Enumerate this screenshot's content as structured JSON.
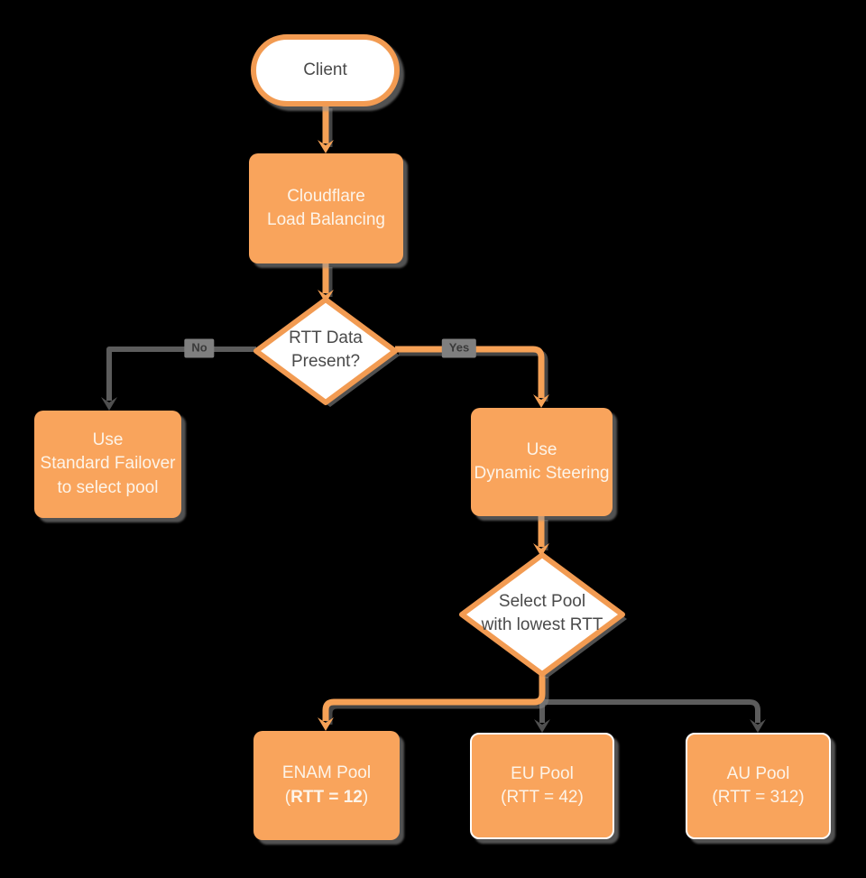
{
  "diagram_title": "Cloudflare Load Balancing RTT steering flowchart",
  "palette": {
    "background": "#000000",
    "node_fill_orange": "#F9A45C",
    "node_stroke_orange": "#F29B52",
    "node_fill_white": "#FFFFFF",
    "dark_text": "#4A4A4A",
    "light_text": "#FDF4E9",
    "gray_connector": "#5C5C5C",
    "edge_chip_bg": "#7F7F7F",
    "edge_chip_text": "#3A3A3A"
  },
  "nodes": {
    "client": {
      "label": "Client"
    },
    "load_balancer": {
      "lines": [
        "Cloudflare",
        "Load Balancing"
      ]
    },
    "rtt_decision": {
      "lines": [
        "RTT Data",
        "Present?"
      ]
    },
    "standard_failover": {
      "lines": [
        "Use",
        "Standard Failover",
        "to select pool"
      ]
    },
    "dynamic_steering": {
      "lines": [
        "Use",
        "Dynamic Steering"
      ]
    },
    "select_pool_decision": {
      "lines": [
        "Select Pool",
        "with lowest RTT"
      ]
    }
  },
  "edges": {
    "no_label": "No",
    "yes_label": "Yes"
  },
  "pools": [
    {
      "name": "ENAM Pool",
      "rtt_open": "(",
      "rtt_value": "RTT = 12",
      "rtt_close": ")",
      "rtt_bold": true,
      "white_border": false
    },
    {
      "name": "EU Pool",
      "rtt_open": "(",
      "rtt_value": "RTT = 42",
      "rtt_close": ")",
      "rtt_bold": false,
      "white_border": true
    },
    {
      "name": "AU Pool",
      "rtt_open": "(",
      "rtt_value": "RTT = 312",
      "rtt_close": ")",
      "rtt_bold": false,
      "white_border": true
    }
  ]
}
